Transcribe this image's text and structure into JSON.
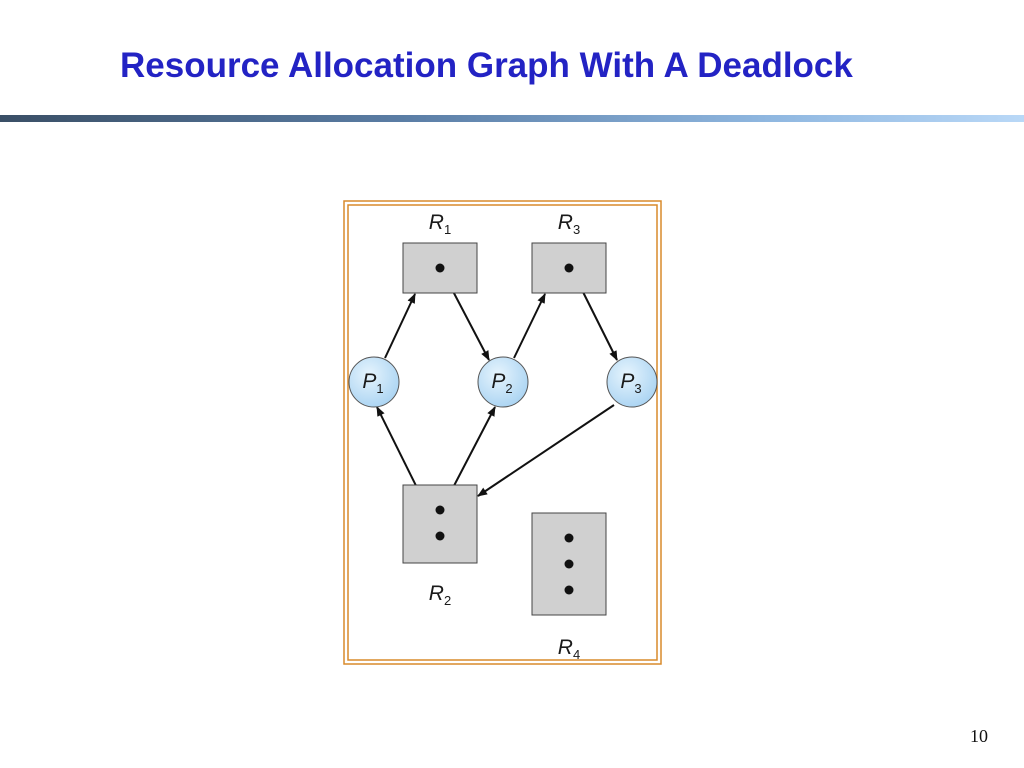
{
  "slide": {
    "title": "Resource Allocation Graph With A Deadlock",
    "page_number": "10"
  },
  "colors": {
    "title": "#2323c4",
    "frame": "#d98a2b",
    "resource_fill": "#d0d0d0",
    "process_fill": "#bfe0f7"
  },
  "graph": {
    "resources": [
      {
        "id": "R1",
        "label": "R",
        "sub": "1",
        "instances": 1
      },
      {
        "id": "R3",
        "label": "R",
        "sub": "3",
        "instances": 1
      },
      {
        "id": "R2",
        "label": "R",
        "sub": "2",
        "instances": 2
      },
      {
        "id": "R4",
        "label": "R",
        "sub": "4",
        "instances": 3
      }
    ],
    "processes": [
      {
        "id": "P1",
        "label": "P",
        "sub": "1"
      },
      {
        "id": "P2",
        "label": "P",
        "sub": "2"
      },
      {
        "id": "P3",
        "label": "P",
        "sub": "3"
      }
    ],
    "edges": [
      {
        "from": "P1",
        "to": "R1",
        "kind": "request"
      },
      {
        "from": "R1",
        "to": "P2",
        "kind": "assignment"
      },
      {
        "from": "P2",
        "to": "R3",
        "kind": "request"
      },
      {
        "from": "R3",
        "to": "P3",
        "kind": "assignment"
      },
      {
        "from": "P3",
        "to": "R2",
        "kind": "request"
      },
      {
        "from": "R2",
        "to": "P1",
        "kind": "assignment"
      },
      {
        "from": "R2",
        "to": "P2",
        "kind": "assignment"
      }
    ]
  }
}
